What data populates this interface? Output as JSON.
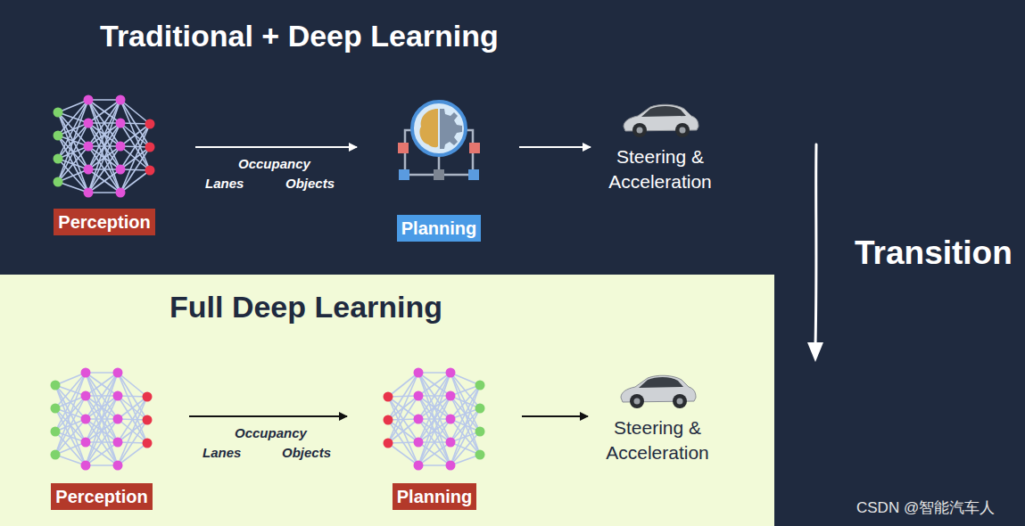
{
  "diagram": {
    "nodes": [
      {
        "text": [
          "Traditional + Deep Learning"
        ]
      },
      {
        "text": [
          "Perception"
        ],
        "in": 0
      },
      {
        "text": [
          "Planning"
        ],
        "in": 0
      },
      {
        "text": [
          "Steering & Acceleration"
        ],
        "in": 0
      },
      {
        "text": [
          "Full Deep Learning"
        ]
      },
      {
        "text": [
          "Perception"
        ],
        "in": 4
      },
      {
        "text": [
          "Planning"
        ],
        "in": 4
      },
      {
        "text": [
          "Steering & Acceleration"
        ],
        "in": 4
      }
    ],
    "edges": [
      {
        "from": 1,
        "to": 2,
        "arrow": "to"
      },
      {
        "from": 2,
        "to": 3,
        "arrow": "to"
      },
      {
        "from": 5,
        "to": 6,
        "arrow": "to"
      },
      {
        "from": 6,
        "to": 7,
        "arrow": "to"
      }
    ],
    "labels": [
      "Occupancy",
      "Lanes",
      "Objects",
      "Occupancy",
      "Lanes",
      "Objects",
      "Transition",
      "CSDN @智能汽车人"
    ]
  }
}
